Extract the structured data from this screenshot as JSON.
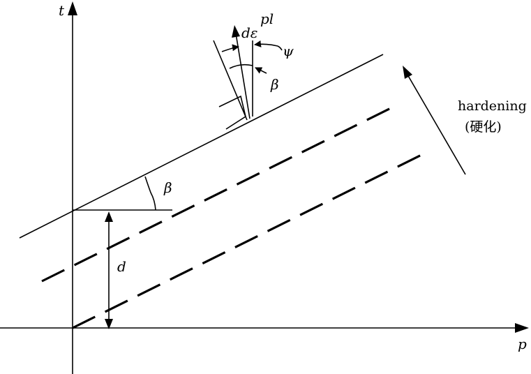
{
  "axes": {
    "t_label": "t",
    "p_label": "p"
  },
  "labels": {
    "d": "d",
    "beta_lower": "β",
    "beta_upper": "β",
    "pl": "pl",
    "de": "dε",
    "psi": "ψ",
    "hardening": "hardening",
    "hardening_cn": "(硬化)"
  }
}
